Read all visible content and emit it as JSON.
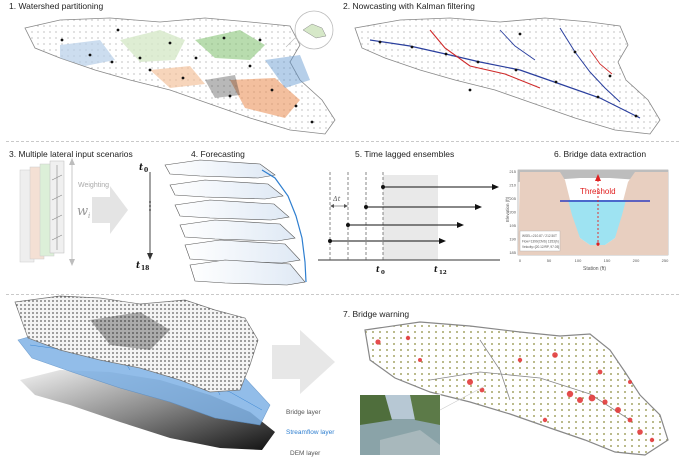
{
  "panels": {
    "p1": "1. Watershed partitioning",
    "p2": "2. Nowcasting with Kalman filtering",
    "p3": "3. Multiple lateral input scenarios",
    "p4": "4. Forecasting",
    "p5": "5. Time lagged ensembles",
    "p6": "6. Bridge data extraction",
    "p7": "7. Bridge warning"
  },
  "scenario": {
    "weighting": "Weighting",
    "weight_symbol": "w",
    "weight_sub": "i"
  },
  "forecast": {
    "t_start": "t",
    "t_start_sub": "0",
    "t_end": "t",
    "t_end_sub": "18"
  },
  "lagged": {
    "delta": "Δt",
    "t0": "t",
    "t0_sub": "0",
    "t12": "t",
    "t12_sub": "12"
  },
  "bridge": {
    "threshold": "Threshold",
    "ylabel": "Elevation (ft)",
    "xlabel": "Station (ft)",
    "xticks": [
      "0",
      "50",
      "100",
      "150",
      "200",
      "250"
    ],
    "yticks": [
      "215",
      "210",
      "205",
      "200",
      "195",
      "190",
      "185"
    ],
    "info": [
      "WSEL=210.87 / 212.50T",
      "Flow=1390(CMS) 1353(h)",
      "Velocity=[20.12/RP, 97.05]"
    ]
  },
  "layers": {
    "bridge": "Bridge layer",
    "streamflow": "Streamflow layer",
    "dem": "DEM layer"
  },
  "colors": {
    "accent_blue": "#2f7fd0",
    "threshold_red": "#e02020",
    "water": "#9ee3f2",
    "bridge_red": "#e23a3a"
  }
}
